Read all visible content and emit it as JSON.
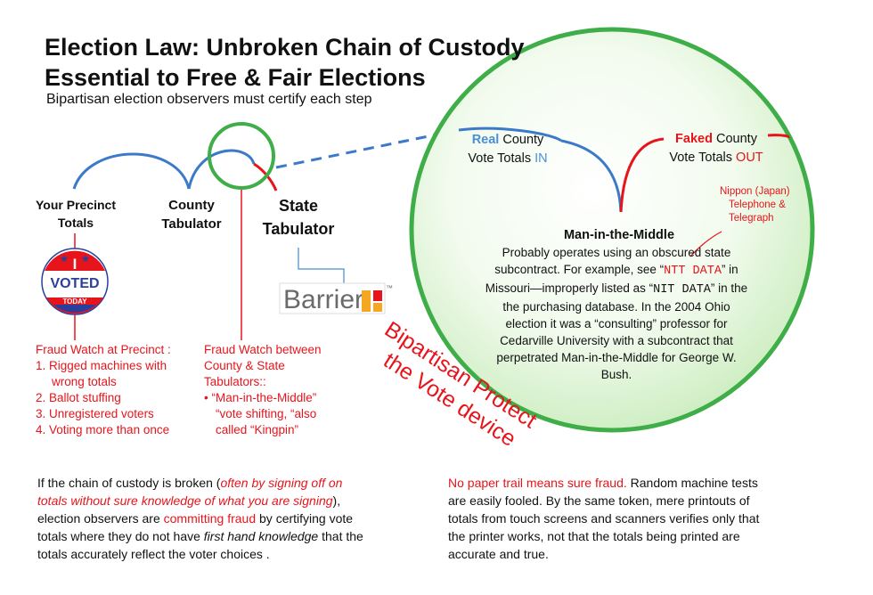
{
  "header": {
    "title_line1": "Election Law: Unbroken Chain of Custody",
    "title_line2": "Essential to Free & Fair Elections",
    "subtitle": "Bipartisan election observers must certify each step"
  },
  "nodes": {
    "precinct_line1": "Your Precinct",
    "precinct_line2": "Totals",
    "county_line1": "County",
    "county_line2": "Tabulator",
    "state_line1": "State",
    "state_line2": "Tabulator"
  },
  "badge": {
    "top": "I",
    "main": "VOTED",
    "bottom": "TODAY"
  },
  "barrier": {
    "logo_text": "Barrier",
    "tm": "™"
  },
  "fraud_precinct": {
    "heading": "Fraud Watch at Precinct :",
    "items": [
      "1. Rigged machines  with",
      "    wrong totals",
      "2. Ballot stuffing",
      "3. Unregistered voters",
      "4. Voting more than once"
    ]
  },
  "fraud_county": {
    "heading_line1": "Fraud Watch between",
    "heading_line2": "County & State",
    "heading_line3": "Tabulators::",
    "bullet_line1": "•  “Man-in-the-Middle”",
    "bullet_line2": "    “vote shifting, “also",
    "bullet_line3": "    called “Kingpin”"
  },
  "circle": {
    "real_word": "Real",
    "real_county": " County",
    "real_line2_prefix": "Vote Totals ",
    "real_in": "IN",
    "faked_word": "Faked",
    "faked_county": " County",
    "faked_line2_prefix": "Vote Totals ",
    "faked_out": "OUT",
    "ntt_line1": "Nippon (Japan)",
    "ntt_line2": "Telephone &",
    "ntt_line3": "Telegraph",
    "mitm_title": "Man-in-the-Middle",
    "para_line1": "Probably operates using an obscured state",
    "para_line2_a": "subcontract. For example, see “",
    "para_line2_ntt": "NTT DATA",
    "para_line2_b": "” in",
    "para_line3_a": "Missouri—improperly listed as “",
    "para_line3_nit": "NIT DATA",
    "para_line3_b": "” in the",
    "para_line4": "the  purchasing database. In the 2004  Ohio",
    "para_line5": "election it was a “consulting” professor for",
    "para_line6": "Cedarville University with a subcontract that",
    "para_line7": "perpetrated Man-in-the-Middle for George W.",
    "para_line8": "Bush."
  },
  "diagonal": {
    "line1": "Bipartisan Protect",
    "line2": "the Vote device"
  },
  "bottom_left": {
    "l1_a": "If the chain of custody is broken (",
    "l1_em": "often by signing off on",
    "l2_em": "totals without sure knowledge of what you are signing",
    "l2_b": "),",
    "l3_a": "election observers are ",
    "l3_red": "committing fraud",
    "l3_b": " by certifying vote",
    "l4_a": "totals where they do not have ",
    "l4_em": "first hand knowledge",
    "l4_b": " that the",
    "l5": "totals accurately reflect the voter choices ."
  },
  "bottom_right": {
    "l1_red": "No paper trail means sure fraud.",
    "l1_b": " Random machine tests",
    "l2": "are easily fooled. By the same token, mere printouts of",
    "l3": "totals from touch screens and scanners verifies only that",
    "l4": "the printer works, not that the totals being printed are",
    "l5": "accurate and true."
  },
  "colors": {
    "red": "#e8141b",
    "blue": "#4b8fd6",
    "green": "#3fae49",
    "circle_fill": "#e4f6dc",
    "badge_blue": "#2a3f9c"
  }
}
